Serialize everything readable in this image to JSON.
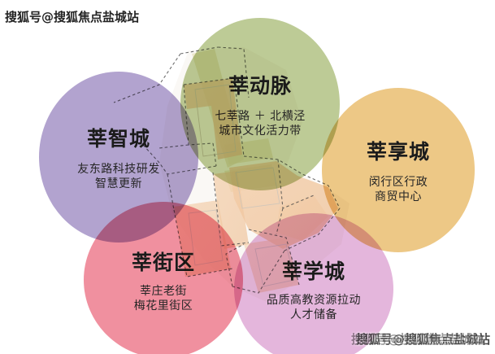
{
  "meta": {
    "diagram_title_implied": "莘庄副中心“五城”功能分区示意图",
    "background_color": "#ffffff"
  },
  "watermarks": {
    "top_left": "搜狐号@搜狐焦点盐城站",
    "bottom_right": "搜狐号@搜狐焦点盐城站"
  },
  "bubbles": [
    {
      "id": "zhi",
      "title": "莘智城",
      "subtitle_lines": [
        "友东路科技研发",
        "智慧更新"
      ],
      "color": "#b2a3cf",
      "color_name": "purple"
    },
    {
      "id": "mai",
      "title": "莘动脉",
      "subtitle_lines": [
        "七莘路 ＋ 北横泾",
        "城市文化活力带"
      ],
      "color": "#bdcb96",
      "color_name": "green"
    },
    {
      "id": "xiang",
      "title": "莘享城",
      "subtitle_lines": [
        "闵行区行政",
        "商贸中心"
      ],
      "color": "#edc886",
      "color_name": "orange"
    },
    {
      "id": "jie",
      "title": "莘街区",
      "subtitle_lines": [
        "莘庄老街",
        "梅花里街区"
      ],
      "color": "#f0909f",
      "color_name": "pink"
    },
    {
      "id": "xue",
      "title": "莘学城",
      "subtitle_lines": [
        "品质高教资源拉动",
        "人才储备"
      ],
      "color": "#e4b6dc",
      "color_name": "lavender"
    }
  ],
  "map": {
    "base_color": "#f7f5f2",
    "corridor_color": "#f2c9a4",
    "corridor_color_alt": "#e6d9a8",
    "boundary_style": "dashed",
    "boundary_color": "#555555"
  }
}
